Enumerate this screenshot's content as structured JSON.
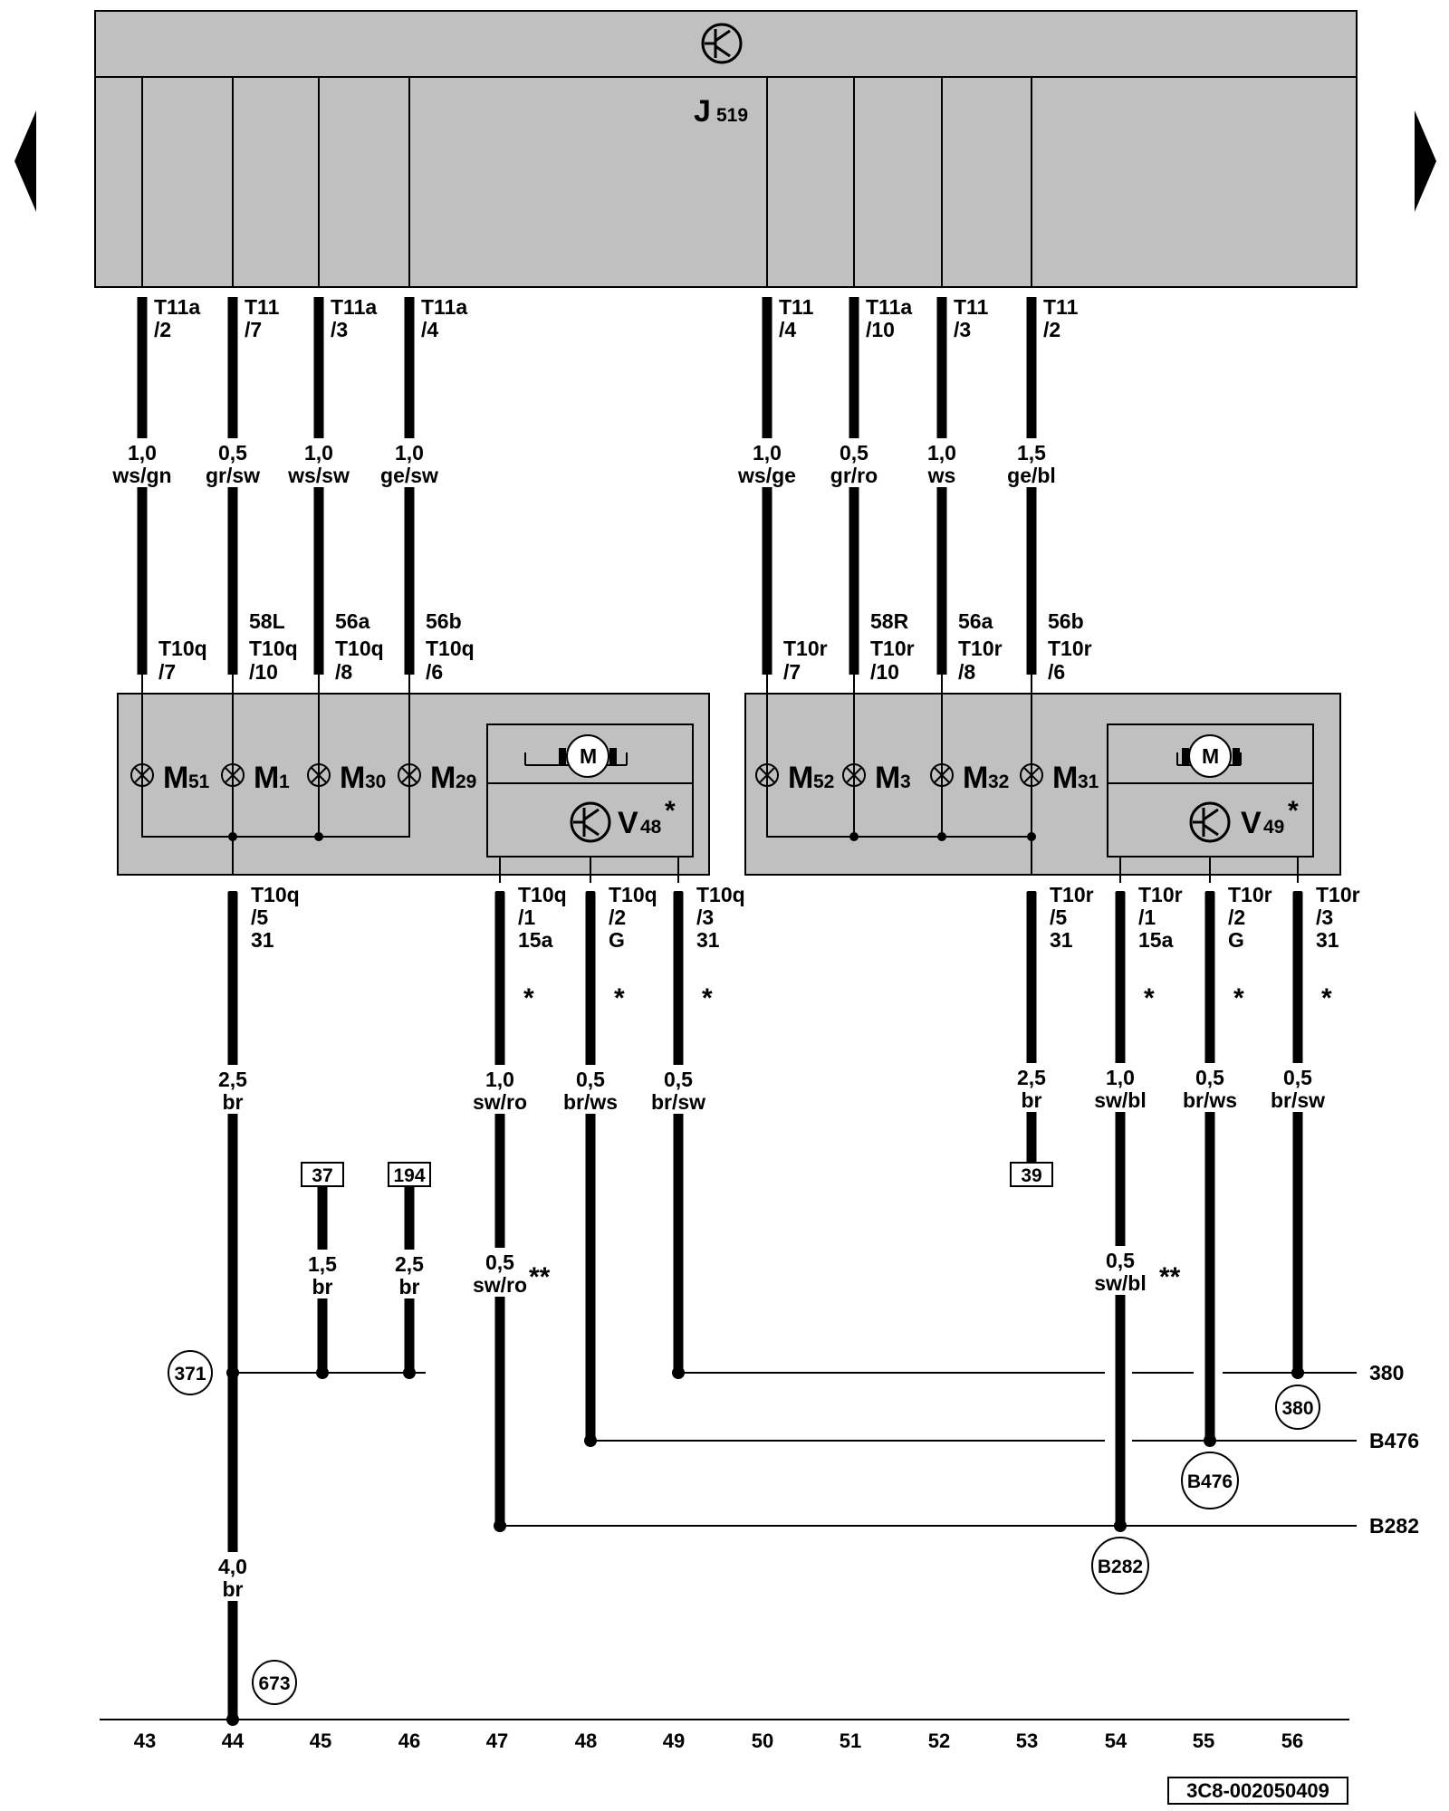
{
  "module": {
    "name": "J",
    "sub": "519",
    "pins_left": [
      {
        "conn": "T11a",
        "pin": "/2"
      },
      {
        "conn": "T11",
        "pin": "/7"
      },
      {
        "conn": "T11a",
        "pin": "/3"
      },
      {
        "conn": "T11a",
        "pin": "/4"
      }
    ],
    "pins_right": [
      {
        "conn": "T11",
        "pin": "/4"
      },
      {
        "conn": "T11a",
        "pin": "/10"
      },
      {
        "conn": "T11",
        "pin": "/3"
      },
      {
        "conn": "T11",
        "pin": "/2"
      }
    ]
  },
  "wires_top_left": [
    {
      "size": "1,0",
      "color": "ws/gn"
    },
    {
      "size": "0,5",
      "color": "gr/sw"
    },
    {
      "size": "1,0",
      "color": "ws/sw"
    },
    {
      "size": "1,0",
      "color": "ge/sw"
    }
  ],
  "wires_top_right": [
    {
      "size": "1,0",
      "color": "ws/ge"
    },
    {
      "size": "0,5",
      "color": "gr/ro"
    },
    {
      "size": "1,0",
      "color": "ws"
    },
    {
      "size": "1,5",
      "color": "ge/bl"
    }
  ],
  "left_lamp": {
    "inputs": [
      {
        "term": "",
        "conn": "T10q",
        "pin": "/7"
      },
      {
        "term": "58L",
        "conn": "T10q",
        "pin": "/10"
      },
      {
        "term": "56a",
        "conn": "T10q",
        "pin": "/8"
      },
      {
        "term": "56b",
        "conn": "T10q",
        "pin": "/6"
      }
    ],
    "bulbs": [
      {
        "name": "M",
        "sub": "51"
      },
      {
        "name": "M",
        "sub": "1"
      },
      {
        "name": "M",
        "sub": "30"
      },
      {
        "name": "M",
        "sub": "29"
      }
    ],
    "motor": "M",
    "device": {
      "name": "V",
      "sub": "48",
      "mark": "*"
    },
    "outputs": [
      {
        "conn": "T10q",
        "pin": "/5",
        "term": "31"
      },
      {
        "conn": "T10q",
        "pin": "/1",
        "term": "15a"
      },
      {
        "conn": "T10q",
        "pin": "/2",
        "term": "G"
      },
      {
        "conn": "T10q",
        "pin": "/3",
        "term": "31"
      }
    ]
  },
  "right_lamp": {
    "inputs": [
      {
        "term": "",
        "conn": "T10r",
        "pin": "/7"
      },
      {
        "term": "58R",
        "conn": "T10r",
        "pin": "/10"
      },
      {
        "term": "56a",
        "conn": "T10r",
        "pin": "/8"
      },
      {
        "term": "56b",
        "conn": "T10r",
        "pin": "/6"
      }
    ],
    "bulbs": [
      {
        "name": "M",
        "sub": "52"
      },
      {
        "name": "M",
        "sub": "3"
      },
      {
        "name": "M",
        "sub": "32"
      },
      {
        "name": "M",
        "sub": "31"
      }
    ],
    "motor": "M",
    "device": {
      "name": "V",
      "sub": "49",
      "mark": "*"
    },
    "outputs": [
      {
        "conn": "T10r",
        "pin": "/5",
        "term": "31"
      },
      {
        "conn": "T10r",
        "pin": "/1",
        "term": "15a"
      },
      {
        "conn": "T10r",
        "pin": "/2",
        "term": "G"
      },
      {
        "conn": "T10r",
        "pin": "/3",
        "term": "31"
      }
    ]
  },
  "star": "*",
  "double_star": "**",
  "wires_bottom": {
    "w44a": {
      "size": "2,5",
      "color": "br"
    },
    "w44b": {
      "size": "4,0",
      "color": "br"
    },
    "w45": {
      "size": "1,5",
      "color": "br"
    },
    "w46": {
      "size": "2,5",
      "color": "br"
    },
    "w47a": {
      "size": "1,0",
      "color": "sw/ro"
    },
    "w47b": {
      "size": "0,5",
      "color": "sw/ro"
    },
    "w48": {
      "size": "0,5",
      "color": "br/ws"
    },
    "w49": {
      "size": "0,5",
      "color": "br/sw"
    },
    "w53": {
      "size": "2,5",
      "color": "br"
    },
    "w54a": {
      "size": "1,0",
      "color": "sw/bl"
    },
    "w54b": {
      "size": "0,5",
      "color": "sw/bl"
    },
    "w55": {
      "size": "0,5",
      "color": "br/ws"
    },
    "w56": {
      "size": "0,5",
      "color": "br/sw"
    }
  },
  "refs": {
    "box37": "37",
    "box194": "194",
    "box39": "39",
    "c371": "371",
    "c673": "673",
    "c380": "380",
    "cB476": "B476",
    "cB282": "B282",
    "line380": "380",
    "lineB476": "B476",
    "lineB282": "B282"
  },
  "columns": [
    "43",
    "44",
    "45",
    "46",
    "47",
    "48",
    "49",
    "50",
    "51",
    "52",
    "53",
    "54",
    "55",
    "56"
  ],
  "drawing_code": "3C8-002050409"
}
